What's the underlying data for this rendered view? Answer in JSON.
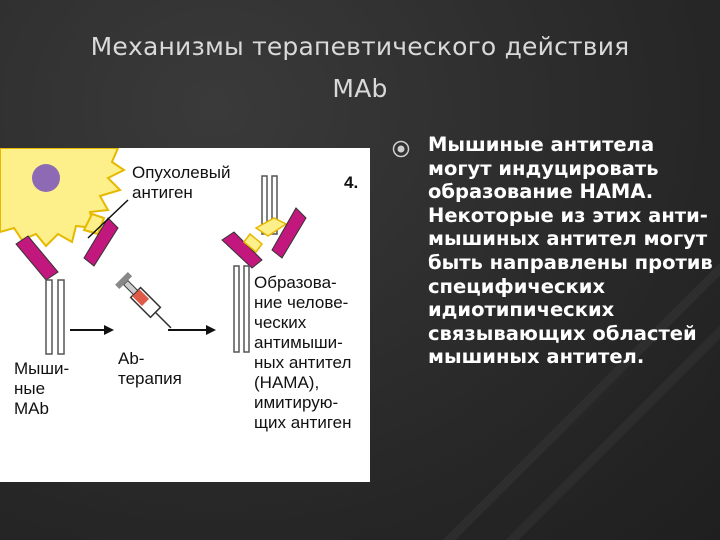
{
  "slide": {
    "title_line1": "Механизмы терапевтического действия",
    "title_line2": "MAb",
    "bullet_text": "Мышиные антитела могут индуцировать образование HAMA. Некоторые из этих анти-мышиных антител могут быть направлены против специфических идиотипических связывающих областей мышиных антител."
  },
  "figure": {
    "panel_number": "4.",
    "tumor_antigen": [
      "Опухолевый",
      "антиген"
    ],
    "mouse_mab": [
      "Мыши-",
      "ные",
      "MAb"
    ],
    "ab_therapy": [
      "Ab-",
      "терапия"
    ],
    "hama_caption": [
      "Образова-",
      "ние челове-",
      "ческих",
      "антимыши-",
      "ных антител",
      "(HAMA),",
      "имитирую-",
      "щих антиген"
    ],
    "colors": {
      "tumor": "#fdf08a",
      "tumor_outline": "#e6b800",
      "nucleus": "#8e6ab5",
      "antibody_tip": "#c2187d",
      "arrow": "#111111"
    }
  }
}
